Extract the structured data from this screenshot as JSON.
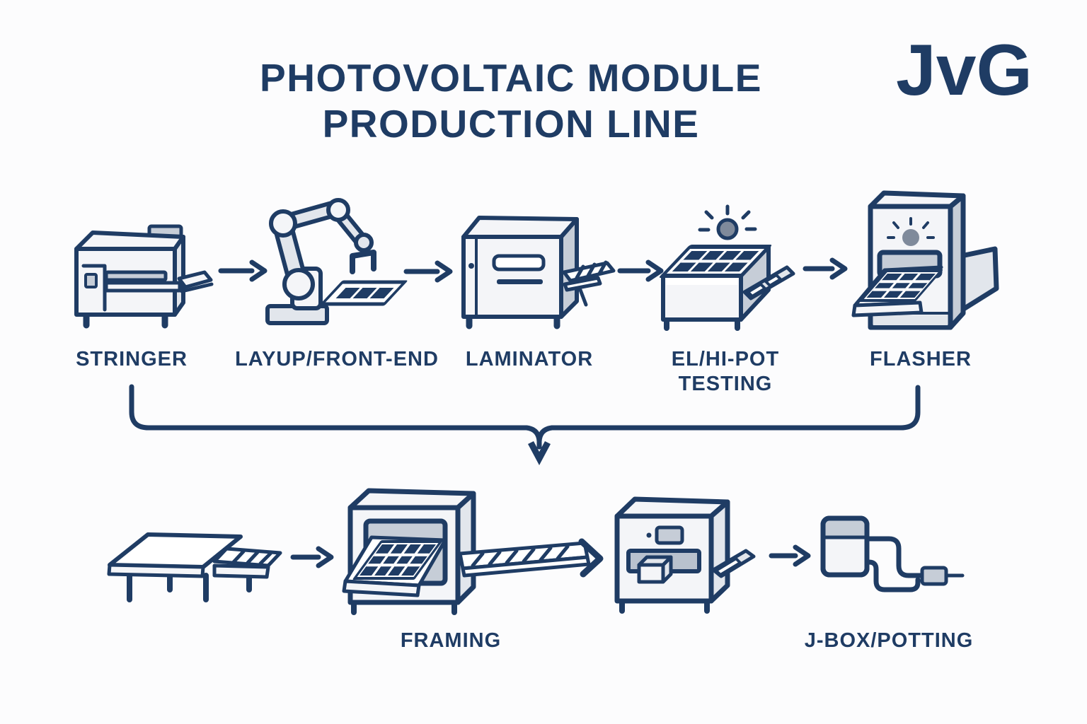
{
  "meta": {
    "type": "process-flow-diagram"
  },
  "title": {
    "line1": "PHOTOVOLTAIC MODULE",
    "line2": "PRODUCTION LINE"
  },
  "logo": {
    "text": "JvG"
  },
  "colors": {
    "navy": "#1f3c64",
    "machine_light": "#f4f5f8",
    "machine_mid": "#e2e6ec",
    "machine_dark": "#c6cdd7",
    "lamp_gray": "#7f8a9b",
    "background": "#fcfcfd"
  },
  "top_row": {
    "stages": [
      {
        "id": "stringer",
        "label": "STRINGER"
      },
      {
        "id": "layup-front-end",
        "label": "LAYUP/FRONT-END"
      },
      {
        "id": "laminator",
        "label": "LAMINATOR"
      },
      {
        "id": "el-hipot-testing",
        "label": "EL/HI-POT TESTING",
        "label_line1": "EL/HI-POT",
        "label_line2": "TESTING"
      },
      {
        "id": "flasher",
        "label": "FLASHER"
      }
    ]
  },
  "bottom_row": {
    "stages": [
      {
        "id": "transfer-table",
        "label": ""
      },
      {
        "id": "framing",
        "label": "FRAMING"
      },
      {
        "id": "jbox-potting-machine",
        "label": ""
      },
      {
        "id": "junction-box",
        "label": "J-BOX/POTTING"
      }
    ]
  },
  "flow_order": [
    "STRINGER",
    "LAYUP/FRONT-END",
    "LAMINATOR",
    "EL/HI-POT TESTING",
    "FLASHER",
    "FRAMING",
    "J-BOX/POTTING"
  ]
}
